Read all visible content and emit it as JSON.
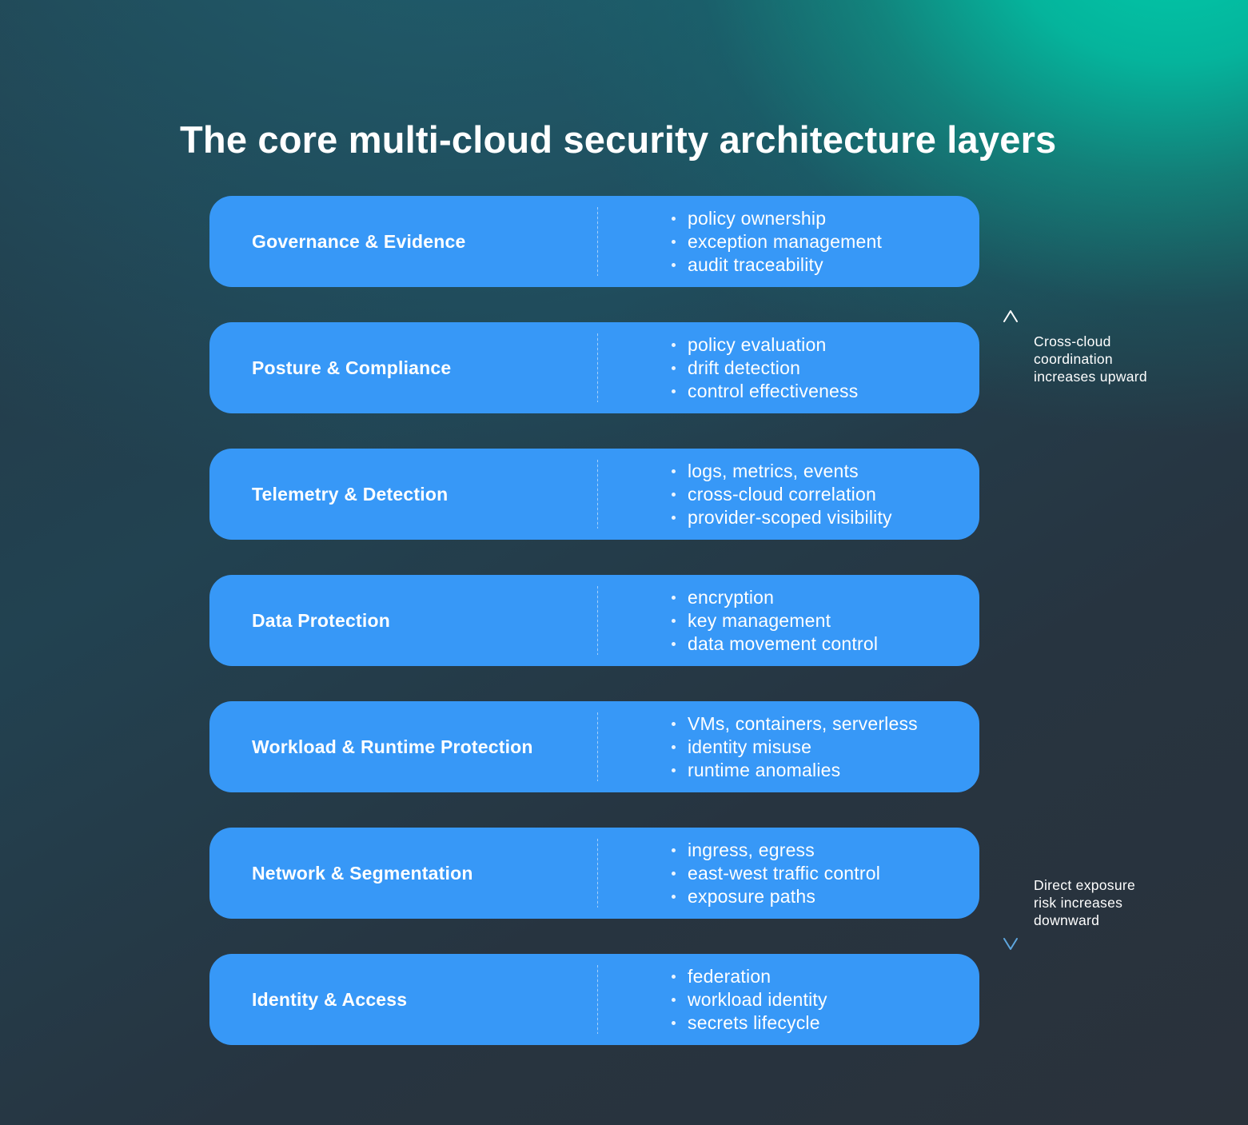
{
  "title": "The core multi-cloud security architecture layers",
  "layers": [
    {
      "name": "Governance & Evidence",
      "bullets": [
        "policy ownership",
        "exception management",
        "audit traceability"
      ]
    },
    {
      "name": "Posture & Compliance",
      "bullets": [
        "policy evaluation",
        "drift detection",
        "control effectiveness"
      ]
    },
    {
      "name": "Telemetry & Detection",
      "bullets": [
        "logs, metrics, events",
        "cross-cloud correlation",
        "provider-scoped visibility"
      ]
    },
    {
      "name": "Data Protection",
      "bullets": [
        "encryption",
        "key management",
        "data movement control"
      ]
    },
    {
      "name": "Workload & Runtime Protection",
      "bullets": [
        "VMs, containers, serverless",
        "identity misuse",
        "runtime anomalies"
      ]
    },
    {
      "name": "Network & Segmentation",
      "bullets": [
        "ingress, egress",
        "east-west traffic control",
        "exposure paths"
      ]
    },
    {
      "name": "Identity & Access",
      "bullets": [
        "federation",
        "workload identity",
        "secrets lifecycle"
      ]
    }
  ],
  "axis": {
    "top_label": "Cross-cloud\ncoordination\nincreases upward",
    "bottom_label": "Direct exposure\nrisk increases\ndownward"
  },
  "colors": {
    "card_blue": "#3798f7",
    "background_dark": "#2a323b",
    "glow_teal": "#00cbaa",
    "arrow_top": "#ffffff",
    "arrow_bottom": "#5ea6de",
    "text": "#ffffff"
  }
}
